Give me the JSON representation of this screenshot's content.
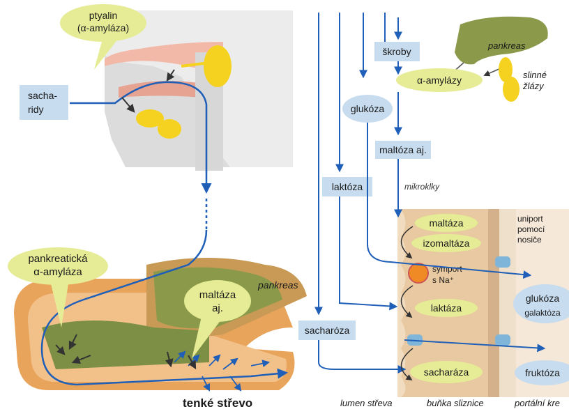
{
  "labels": {
    "ptyalin": [
      "ptyalin",
      "(α-amyláza)"
    ],
    "sacharidy": [
      "sacha-",
      "ridy"
    ],
    "pankreaticka": [
      "pankreatická",
      "α-amyláza"
    ],
    "maltaza_aj": [
      "maltáza",
      "aj."
    ],
    "pankreas_left": "pankreas",
    "tenke_strevo": "tenké střevo",
    "skroby": "škroby",
    "pankreas_right": "pankreas",
    "alfa_amylazy": "α-amylázy",
    "slinne_zlazy": [
      "slinné",
      "žlázy"
    ],
    "glukoza_top": "glukóza",
    "maltoza_aj": "maltóza aj.",
    "laktoza_box": "laktóza",
    "mikroklky": "mikroklky",
    "maltaza": "maltáza",
    "izomaltaza": "izomaltáza",
    "uniport": [
      "uniport",
      "pomocí",
      "nosiče"
    ],
    "symport": [
      "symport",
      "s Na⁺"
    ],
    "laktaza": "laktáza",
    "glukoza_right": "glukóza",
    "galaktoza": "galaktóza",
    "sacharoza": "sacharóza",
    "sacharaza": "sacharáza",
    "fruktoza": "fruktóza",
    "lumen_streva": "lumen střeva",
    "bunka_sliznice": "buňka sliznice",
    "portalni_krev": "portální kre"
  },
  "colors": {
    "arrow_blue": "#1f5fb8",
    "box_blue": "#c7dcef",
    "bubble_green": "#e6ec95",
    "pancreas_green": "#8a9a4a",
    "gland_yellow": "#f4d21f",
    "intestine_orange": "#e9a45c",
    "cell_tan": "#e8c9a1",
    "symport_orange": "#f08a24"
  }
}
